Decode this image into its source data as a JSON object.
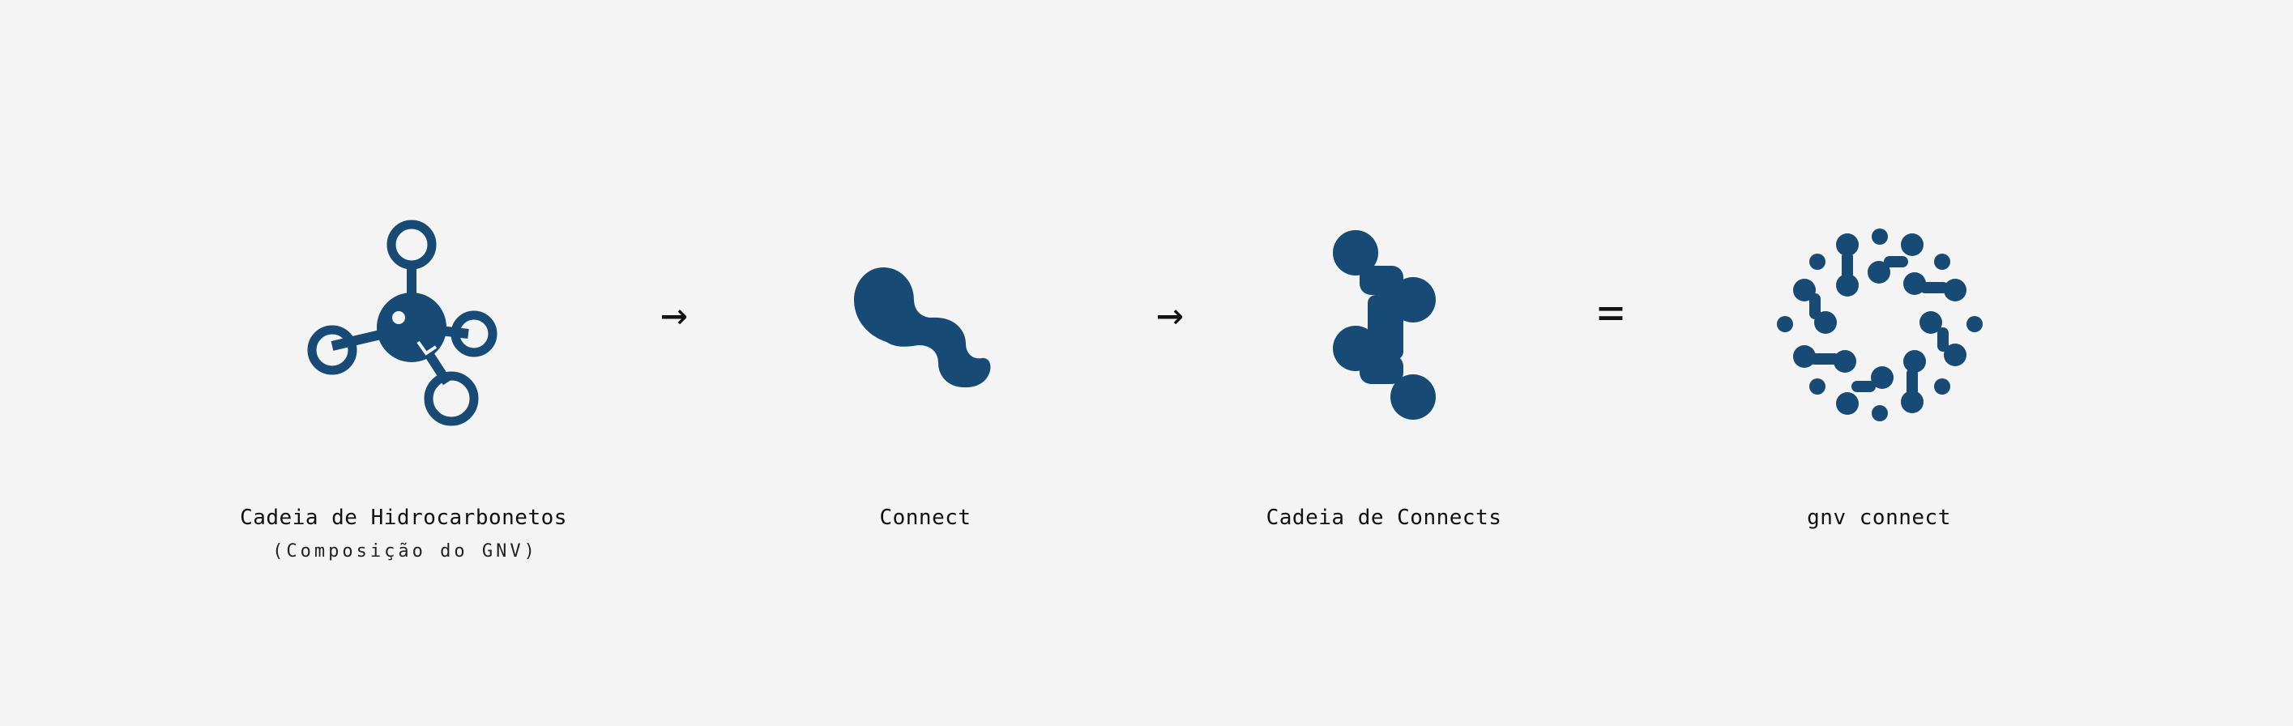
{
  "accent_color": "#174a74",
  "background_color": "#f4f4f4",
  "steps": [
    {
      "label": "Cadeia de Hidrocarbonetos",
      "sublabel": "(Composição do GNV)",
      "icon": "molecule-icon"
    },
    {
      "label": "Connect",
      "icon": "connect-icon"
    },
    {
      "label": "Cadeia de Connects",
      "icon": "connect-chain-icon"
    },
    {
      "label": "gnv connect",
      "icon": "gnv-connect-logo-icon"
    }
  ],
  "operators": [
    "→",
    "→",
    "="
  ]
}
